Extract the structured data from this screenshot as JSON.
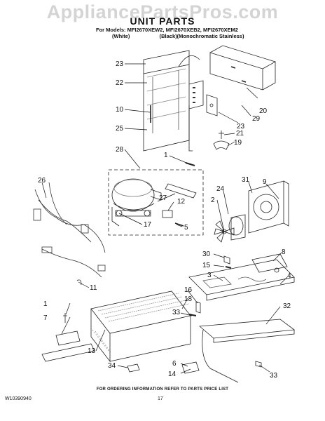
{
  "watermark": "AppliancePartsPros.com",
  "title": "UNIT PARTS",
  "models_line": "For Models: MFI2670XEW2, MFI2670XEB2, MFI2670XEM2",
  "colors": {
    "white": "(White)",
    "black_mono": "(Black)(Monochromatic Stainless)"
  },
  "order_note": "FOR ORDERING INFORMATION REFER TO PARTS PRICE LIST",
  "document_number": "W10390940",
  "page_number": "17",
  "callouts": [
    "23",
    "22",
    "10",
    "25",
    "28",
    "1",
    "20",
    "29",
    "23",
    "21",
    "19",
    "9",
    "31",
    "24",
    "2",
    "26",
    "27",
    "12",
    "17",
    "5",
    "30",
    "15",
    "3",
    "8",
    "4",
    "11",
    "16",
    "18",
    "33",
    "1",
    "7",
    "32",
    "13",
    "34",
    "6",
    "14",
    "33"
  ]
}
